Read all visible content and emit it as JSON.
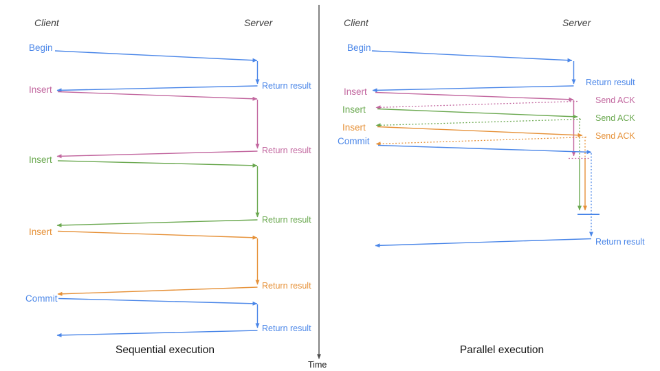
{
  "colors": {
    "blue": "#4a86e8",
    "pink": "#c2679f",
    "green": "#6aa84f",
    "orange": "#e69138",
    "axis": "#4d4d4d",
    "lifelineText": "#3d3d3d",
    "titleText": "#141414"
  },
  "time_axis": {
    "label": "Time"
  },
  "sequential": {
    "title": "Sequential execution",
    "client": "Client",
    "server": "Server",
    "operations": [
      {
        "request": "Begin",
        "color": "blue",
        "response": "Return result"
      },
      {
        "request": "Insert",
        "color": "pink",
        "response": "Return result"
      },
      {
        "request": "Insert",
        "color": "green",
        "response": "Return result"
      },
      {
        "request": "Insert",
        "color": "orange",
        "response": "Return result"
      },
      {
        "request": "Commit",
        "color": "blue",
        "response": "Return result"
      }
    ]
  },
  "parallel": {
    "title": "Parallel execution",
    "client": "Client",
    "server": "Server",
    "operations": [
      {
        "request": "Begin",
        "color": "blue",
        "response": "Return result"
      },
      {
        "request": "Insert",
        "color": "pink",
        "response": "Send ACK"
      },
      {
        "request": "Insert",
        "color": "green",
        "response": "Send ACK"
      },
      {
        "request": "Insert",
        "color": "orange",
        "response": "Send ACK"
      },
      {
        "request": "Commit",
        "color": "blue",
        "response": "Return result"
      }
    ]
  }
}
